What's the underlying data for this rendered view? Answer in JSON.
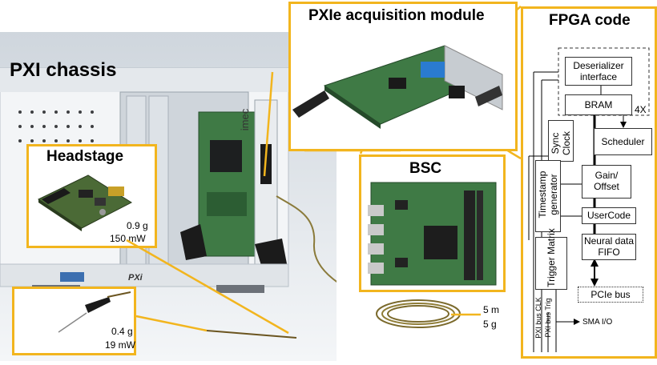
{
  "labels": {
    "pxi_chassis": "PXI chassis",
    "pxie_module": "PXIe acquisition module",
    "fpga_title": "FPGA code",
    "headstage": "Headstage",
    "bsc": "BSC",
    "imec": "imec",
    "pxi_logo": "PXi"
  },
  "headstage_specs": {
    "mass": "0.9 g",
    "power": "150 mW"
  },
  "probe_specs": {
    "mass": "0.4 g",
    "power": "19 mW"
  },
  "cable_specs": {
    "length": "5 m",
    "mass": "5 g"
  },
  "fpga": {
    "deserializer": "Deserializer interface",
    "bram": "BRAM",
    "multiplier": "4X",
    "sync_clock": "Sync Clock",
    "scheduler": "Scheduler",
    "timestamp": "Timestamp generator",
    "gain_offset": "Gain/ Offset",
    "usercode": "UserCode",
    "neural_fifo": "Neural data FIFO",
    "trigger_matrix": "Trigger Matrix",
    "pcie_bus": "PCIe bus",
    "pxi_bus_clk": "PXI bus CLK",
    "pxi_bus_trig": "PXI bus Trig",
    "sma_io": "SMA I/O"
  },
  "colors": {
    "accent": "#f2b51e",
    "pcb": "#3f7a45",
    "chassis": "#eef1f4"
  }
}
